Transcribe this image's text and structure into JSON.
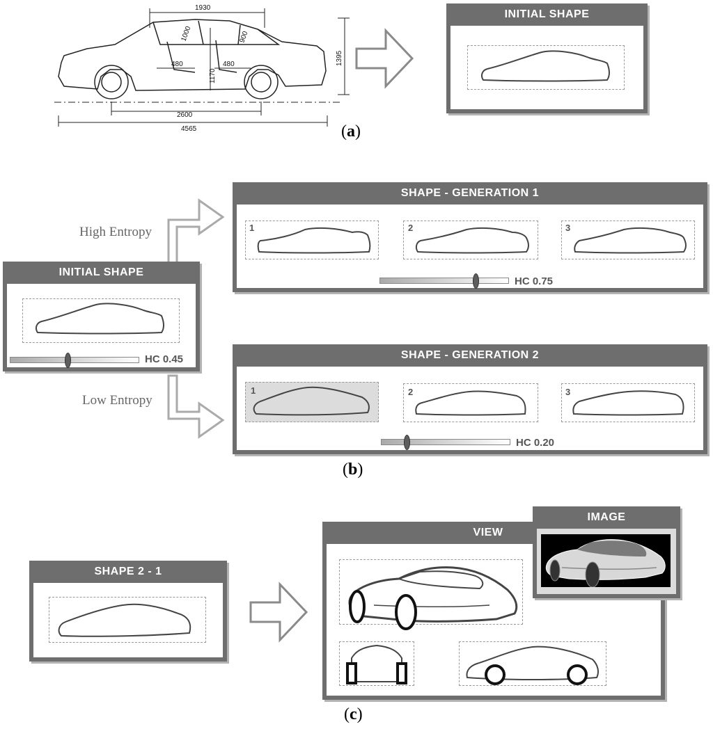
{
  "panel_a": {
    "dimensions": [
      "1930",
      "1000",
      "900",
      "1395",
      "480",
      "1170",
      "480",
      "2600",
      "4565"
    ],
    "result_title": "INITIAL  SHAPE",
    "caption_open": "(",
    "caption_letter": "a",
    "caption_close": ")"
  },
  "panel_b": {
    "high_label": "High Entropy",
    "low_label": "Low Entropy",
    "initial": {
      "title": "INITIAL  SHAPE",
      "hc_label": "HC  0.45",
      "hc_value": 0.45
    },
    "gen1": {
      "title": "SHAPE - GENERATION  1",
      "items": [
        "1",
        "2",
        "3"
      ],
      "hc_label": "HC  0.75",
      "hc_value": 0.75
    },
    "gen2": {
      "title": "SHAPE - GENERATION  2",
      "items": [
        "1",
        "2",
        "3"
      ],
      "hc_label": "HC  0.20",
      "hc_value": 0.2
    },
    "caption_open": "(",
    "caption_letter": "b",
    "caption_close": ")"
  },
  "panel_c": {
    "shape_title": "SHAPE  2 - 1",
    "view_title": "VIEW",
    "image_title": "IMAGE",
    "caption_open": "(",
    "caption_letter": "c",
    "caption_close": ")"
  },
  "colors": {
    "bar": "#6e6e6e",
    "arrow": "#8a8a8a",
    "selected": "#dcdcdc"
  }
}
